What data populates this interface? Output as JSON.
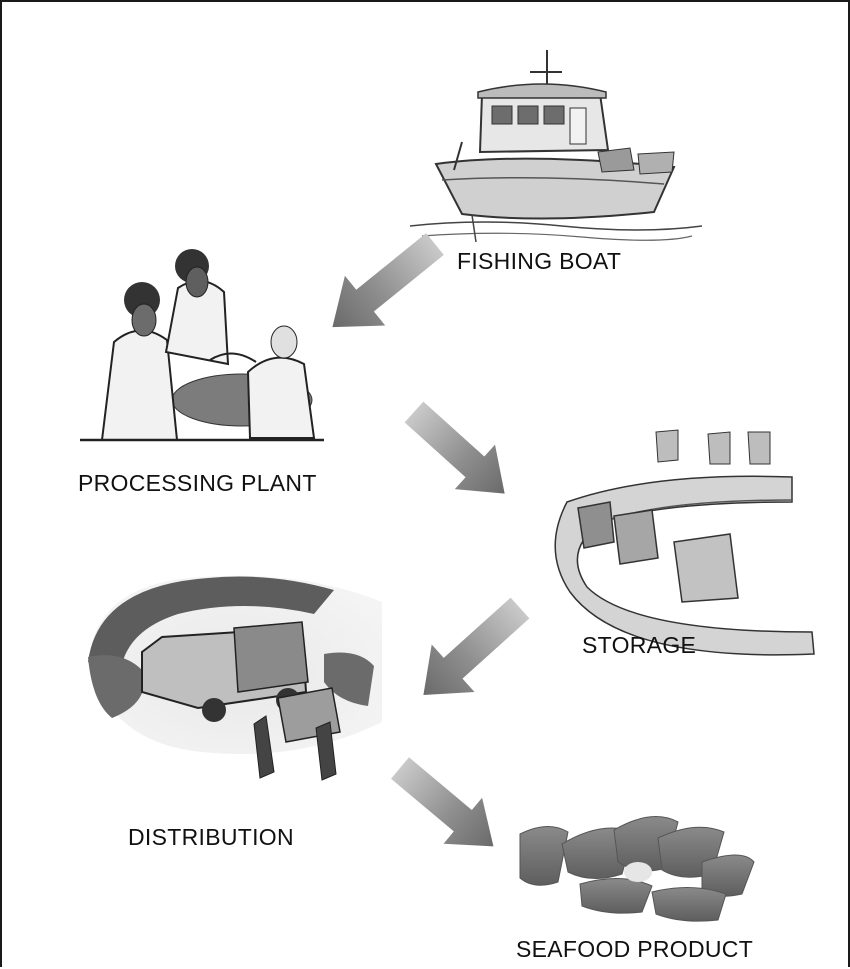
{
  "stages": [
    {
      "id": "fishing-boat",
      "label": "FISHING BOAT"
    },
    {
      "id": "processing-plant",
      "label": "PROCESSING PLANT"
    },
    {
      "id": "storage",
      "label": "STORAGE"
    },
    {
      "id": "distribution",
      "label": "DISTRIBUTION"
    },
    {
      "id": "seafood-product",
      "label": "SEAFOOD PRODUCT"
    }
  ]
}
